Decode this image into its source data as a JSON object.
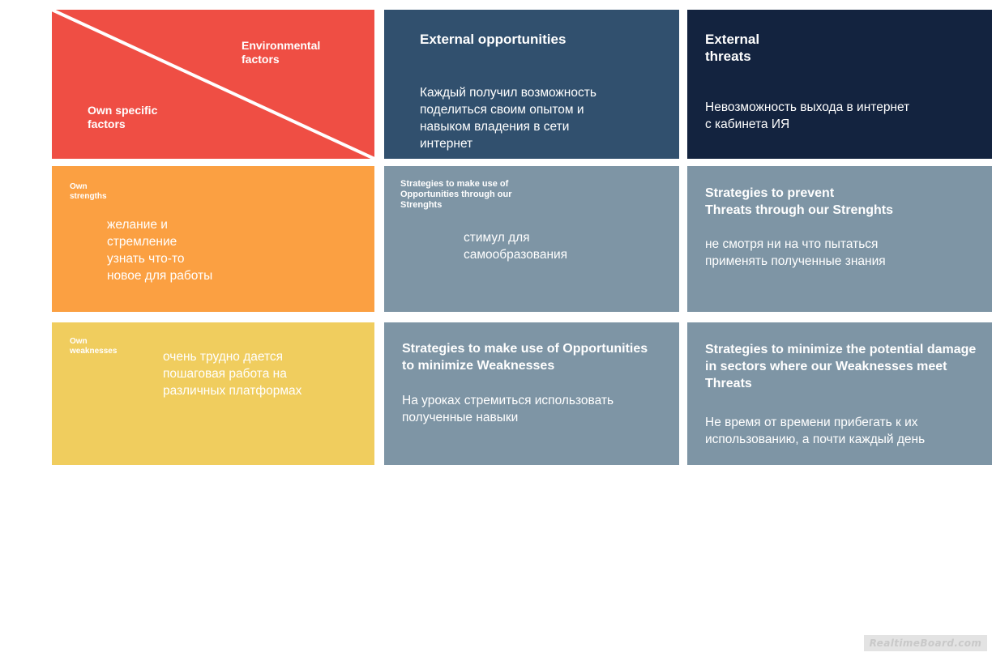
{
  "board": {
    "watermark": "RealtimeBoard.com",
    "colors": {
      "own_factors_header": "#EF4E44",
      "opportunities_header": "#31506E",
      "threats_header": "#13233F",
      "strengths": "#FBA042",
      "weaknesses": "#F0CD5E",
      "strategy_cell": "#7E95A5",
      "text": "#FFFFFF",
      "background": "#FFFFFF"
    }
  },
  "matrix": {
    "corner": {
      "environmental_label": "Environmental\nfactors",
      "own_label": "Own specific\nfactors",
      "divider": "diagonal-line"
    },
    "column_headers": [
      {
        "id": "opportunities",
        "title": "External opportunities",
        "body": "Каждый получил возможность\nподелиться своим опытом  и\nнавыком владения в сети\nинтернет"
      },
      {
        "id": "threats",
        "title": "External\nthreats",
        "body": "Невозможность выхода в интернет\nс кабинета ИЯ"
      }
    ],
    "rows": [
      {
        "id": "strengths",
        "label": "Own\nstrengths",
        "body": "желание и\nстремление\nузнать что-то\nновое для работы",
        "cells": [
          {
            "id": "so",
            "label": "Strategies to make use of\nOpportunities through our\nStrenghts",
            "body": "стимул для\nсамообразования"
          },
          {
            "id": "st",
            "label": "Strategies to prevent\nThreats through our Strenghts",
            "body": "не смотря ни на что пытаться\nприменять полученные знания"
          }
        ]
      },
      {
        "id": "weaknesses",
        "label": "Own\nweaknesses",
        "body": "очень трудно дается\nпошаговая работа на\nразличных платформах",
        "cells": [
          {
            "id": "wo",
            "label": "Strategies to make use of Opportunities\nto minimize Weaknesses",
            "body": "На уроках стремиться использовать\nполученные навыки"
          },
          {
            "id": "wt",
            "label": "Strategies to minimize the potential damage\nin sectors where our Weaknesses meet\nThreats",
            "body": "Не время от времени прибегать к их\nиспользованию, а почти каждый день"
          }
        ]
      }
    ]
  }
}
